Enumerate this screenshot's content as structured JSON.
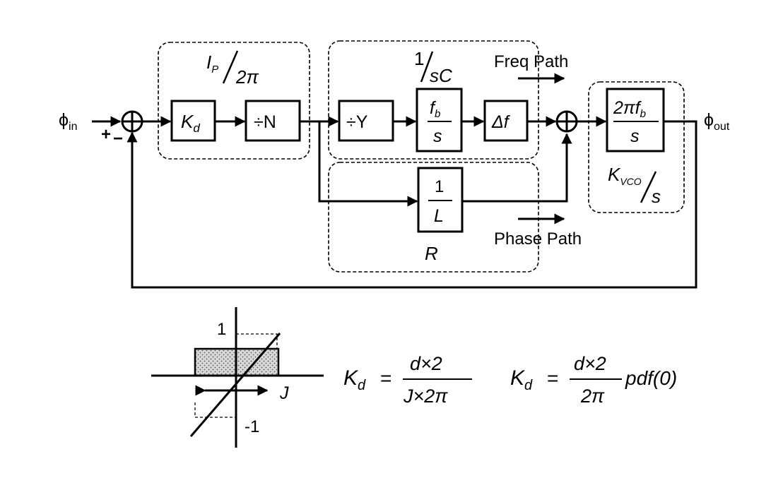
{
  "signals": {
    "input_phi": "ϕ",
    "input_sub": "in",
    "output_phi": "ϕ",
    "output_sub": "out",
    "plus": "+",
    "minus": "−"
  },
  "blocks": {
    "kd_main": "K",
    "kd_sub": "d",
    "div_n": "÷N",
    "div_y": "÷Y",
    "fb_num_main": "f",
    "fb_num_sub": "b",
    "fb_den": "s",
    "delta_f": "Δf",
    "one": "1",
    "l": "L",
    "vco_num": "2πf",
    "vco_num_sub": "b",
    "vco_den": "s"
  },
  "groups": {
    "ip_main": "I",
    "ip_sub": "P",
    "ip_den": "2π",
    "sc_num": "1",
    "sc_den": "sC",
    "r_label": "R",
    "kvco_main": "K",
    "kvco_sub": "VCO",
    "kvco_den": "s"
  },
  "paths": {
    "freq": "Freq Path",
    "phase": "Phase Path"
  },
  "detector": {
    "one_label": "1",
    "minus_one_label": "-1",
    "j_label": "J"
  },
  "equations": {
    "eq1_lhs_main": "K",
    "eq1_lhs_sub": "d",
    "eq1_eq": "=",
    "eq1_num": "d×2",
    "eq1_den": "J×2π",
    "eq2_lhs_main": "K",
    "eq2_lhs_sub": "d",
    "eq2_eq": "=",
    "eq2_num": "d×2",
    "eq2_den": "2π",
    "eq2_tail": "pdf(0)"
  }
}
